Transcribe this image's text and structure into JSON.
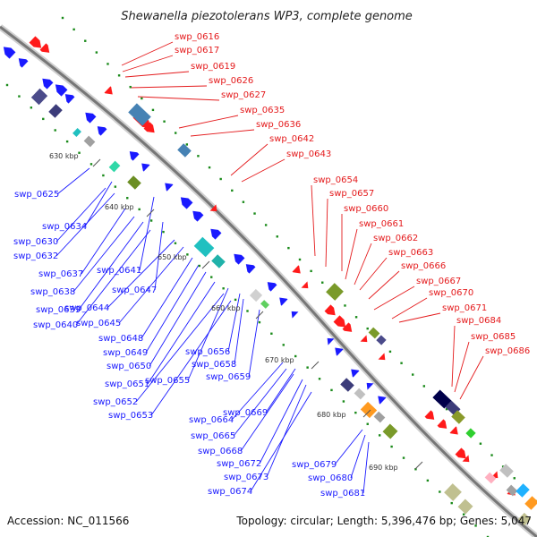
{
  "title": "Shewanella piezotolerans WP3, complete genome",
  "footer": {
    "accession": "Accession: NC_011566",
    "topology": "Topology: circular; Length: 5,396,476 bp; Genes: 5,047"
  },
  "colors": {
    "forward_label": "#e41a1c",
    "reverse_label": "#1a1aff",
    "forward_gene": "#ff1a1a",
    "reverse_gene": "#1a1aff",
    "backbone": "#888888",
    "tick_line": "#1a8a1a"
  },
  "ticks": [
    "630 kbp",
    "640 kbp",
    "650 kbp",
    "660 kbp",
    "670 kbp",
    "680 kbp",
    "690 kbp"
  ],
  "forward_labels": [
    "swp_0616",
    "swp_0617",
    "swp_0619",
    "swp_0626",
    "swp_0627",
    "swp_0635",
    "swp_0636",
    "swp_0642",
    "swp_0643",
    "swp_0654",
    "swp_0657",
    "swp_0660",
    "swp_0661",
    "swp_0662",
    "swp_0663",
    "swp_0666",
    "swp_0667",
    "swp_0670",
    "swp_0671",
    "swp_0684",
    "swp_0685",
    "swp_0686"
  ],
  "reverse_labels": [
    "swp_0625",
    "swp_0634",
    "swp_0630",
    "swp_0632",
    "swp_0641",
    "swp_0637",
    "swp_0647",
    "swp_0638",
    "swp_0644",
    "swp_0639",
    "swp_0645",
    "swp_0640",
    "swp_0648",
    "swp_0649",
    "swp_0650",
    "swp_0656",
    "swp_0658",
    "swp_0651",
    "swp_0655",
    "swp_0659",
    "swp_0652",
    "swp_0653",
    "swp_0664",
    "swp_0669",
    "swp_0665",
    "swp_0668",
    "swp_0672",
    "swp_0679",
    "swp_0673",
    "swp_0680",
    "swp_0674",
    "swp_0681"
  ]
}
